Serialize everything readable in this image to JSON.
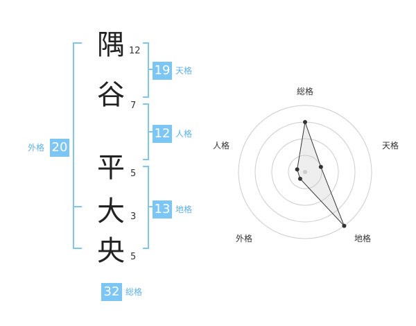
{
  "name": {
    "characters": [
      {
        "char": "隅",
        "strokes": "12"
      },
      {
        "char": "谷",
        "strokes": "7"
      },
      {
        "char": "平",
        "strokes": "5"
      },
      {
        "char": "大",
        "strokes": "3"
      },
      {
        "char": "央",
        "strokes": "5"
      }
    ]
  },
  "fortunes": {
    "tenkaku": {
      "value": "19",
      "label": "天格"
    },
    "jinkaku": {
      "value": "12",
      "label": "人格"
    },
    "chikaku": {
      "value": "13",
      "label": "地格"
    },
    "gaikaku": {
      "value": "20",
      "label": "外格"
    },
    "soukaku": {
      "value": "32",
      "label": "総格"
    }
  },
  "radar": {
    "labels": {
      "soukaku": "総格",
      "tenkaku": "天格",
      "chikaku": "地格",
      "gaikaku": "外格",
      "jinkaku": "人格"
    },
    "levels": 4,
    "values": {
      "soukaku": 3,
      "tenkaku": 1,
      "chikaku": 4,
      "gaikaku": 0.5,
      "jinkaku": 0.5
    }
  },
  "colors": {
    "accent": "#7cc6f5",
    "accent_text": "#5bb1e8",
    "polygon_stroke": "#333333",
    "ring": "#cccccc"
  }
}
